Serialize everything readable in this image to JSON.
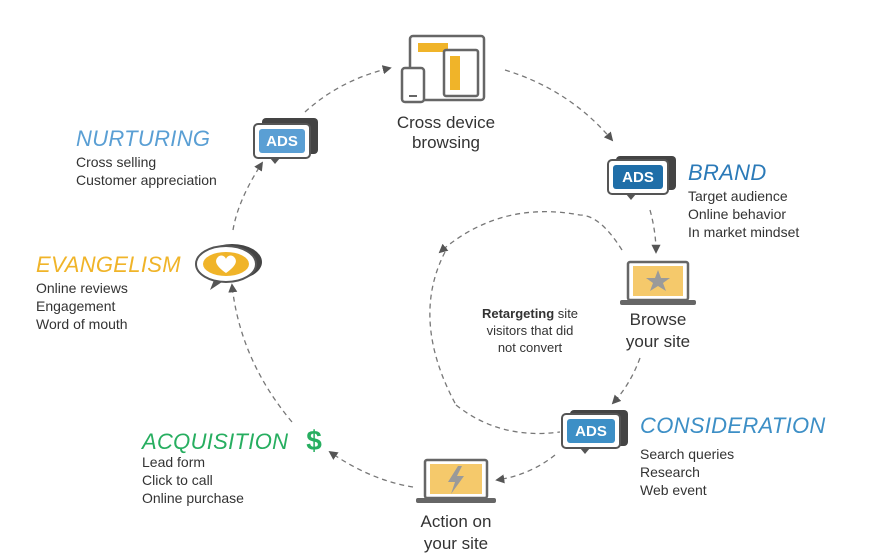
{
  "stages": {
    "nurturing": {
      "title": "NURTURING",
      "lines": [
        "Cross selling",
        "Customer appreciation"
      ],
      "color": "#5a9fd4"
    },
    "brand": {
      "title": "BRAND",
      "lines": [
        "Target audience",
        "Online behavior",
        "In market mindset"
      ],
      "color": "#2b7ab8"
    },
    "evangelism": {
      "title": "EVANGELISM",
      "lines": [
        "Online reviews",
        "Engagement",
        "Word of mouth"
      ],
      "color": "#f0b429"
    },
    "consideration": {
      "title": "CONSIDERATION",
      "lines": [
        "Search queries",
        "Research",
        "Web event"
      ],
      "color": "#3d8fc6"
    },
    "acquisition": {
      "title": "ACQUISITION",
      "lines": [
        "Lead form",
        "Click to call",
        "Online purchase"
      ],
      "color": "#27ae60"
    }
  },
  "nodes": {
    "cross_device": [
      "Cross device",
      "browsing"
    ],
    "browse": [
      "Browse",
      "your site"
    ],
    "action": [
      "Action on",
      "your site"
    ]
  },
  "center": {
    "bold": "Retargeting",
    "rest": " site",
    "line2": "visitors that did",
    "line3": "not convert"
  },
  "badges": {
    "ads_label": "ADS",
    "dollar": "$"
  },
  "icons": {
    "devices": "devices-icon",
    "laptop_star": "laptop-star-icon",
    "laptop_flash": "laptop-lightning-icon",
    "heart_bubble": "heart-bubble-icon",
    "ads_bubble": "ads-bubble-icon",
    "dollar": "dollar-sign-icon"
  },
  "colors": {
    "accent_orange": "#f0b429",
    "ads_dark": "#1f6ea8",
    "ads_light": "#5a9fd4",
    "icon_gray": "#666666",
    "green": "#27ae60"
  }
}
